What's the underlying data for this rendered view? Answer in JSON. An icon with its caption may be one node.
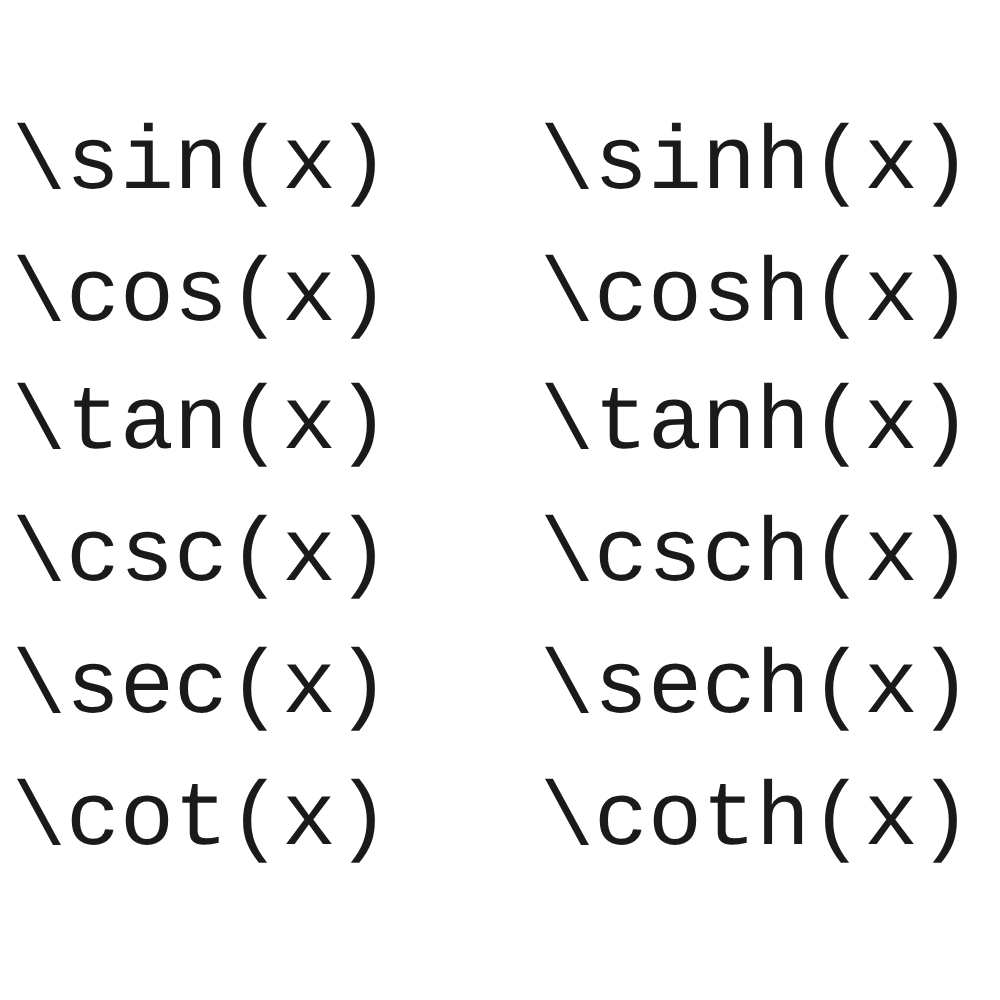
{
  "diagram": {
    "labels": [
      "\\sin(x)",
      "\\sinh(x)",
      "\\cos(x)",
      "\\cosh(x)",
      "\\tan(x)",
      "\\tanh(x)",
      "\\csc(x)",
      "\\csch(x)",
      "\\sec(x)",
      "\\sech(x)",
      "\\cot(x)",
      "\\coth(x)"
    ]
  }
}
